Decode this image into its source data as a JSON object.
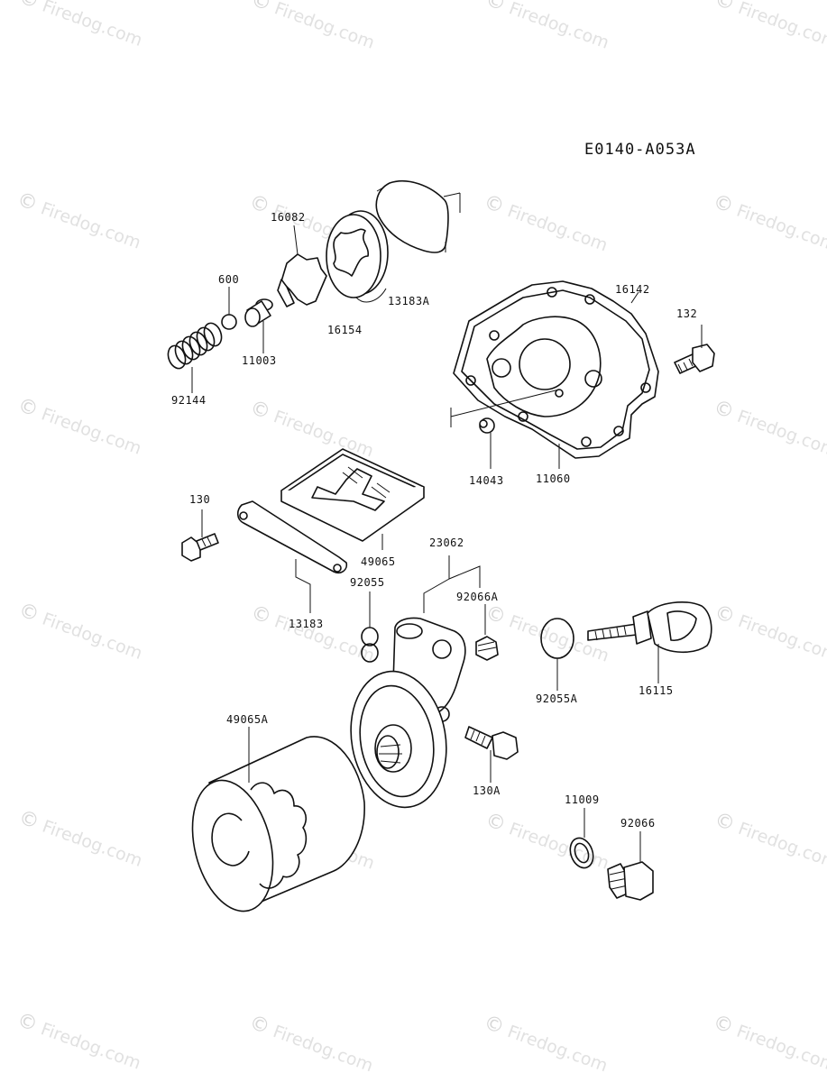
{
  "diagram_code": "E0140-A053A",
  "watermark": "Firedog.com",
  "labels": {
    "l16082": "16082",
    "l600": "600",
    "l11003": "11003",
    "l16154": "16154",
    "l13183A": "13183A",
    "l92144": "92144",
    "l16142": "16142",
    "l132": "132",
    "l14043": "14043",
    "l11060": "11060",
    "l130": "130",
    "l49065": "49065",
    "l13183": "13183",
    "l23062": "23062",
    "l92055": "92055",
    "l92066A": "92066A",
    "l92055A": "92055A",
    "l16115": "16115",
    "l49065A": "49065A",
    "l130A": "130A",
    "l11009": "11009",
    "l92066": "92066"
  }
}
